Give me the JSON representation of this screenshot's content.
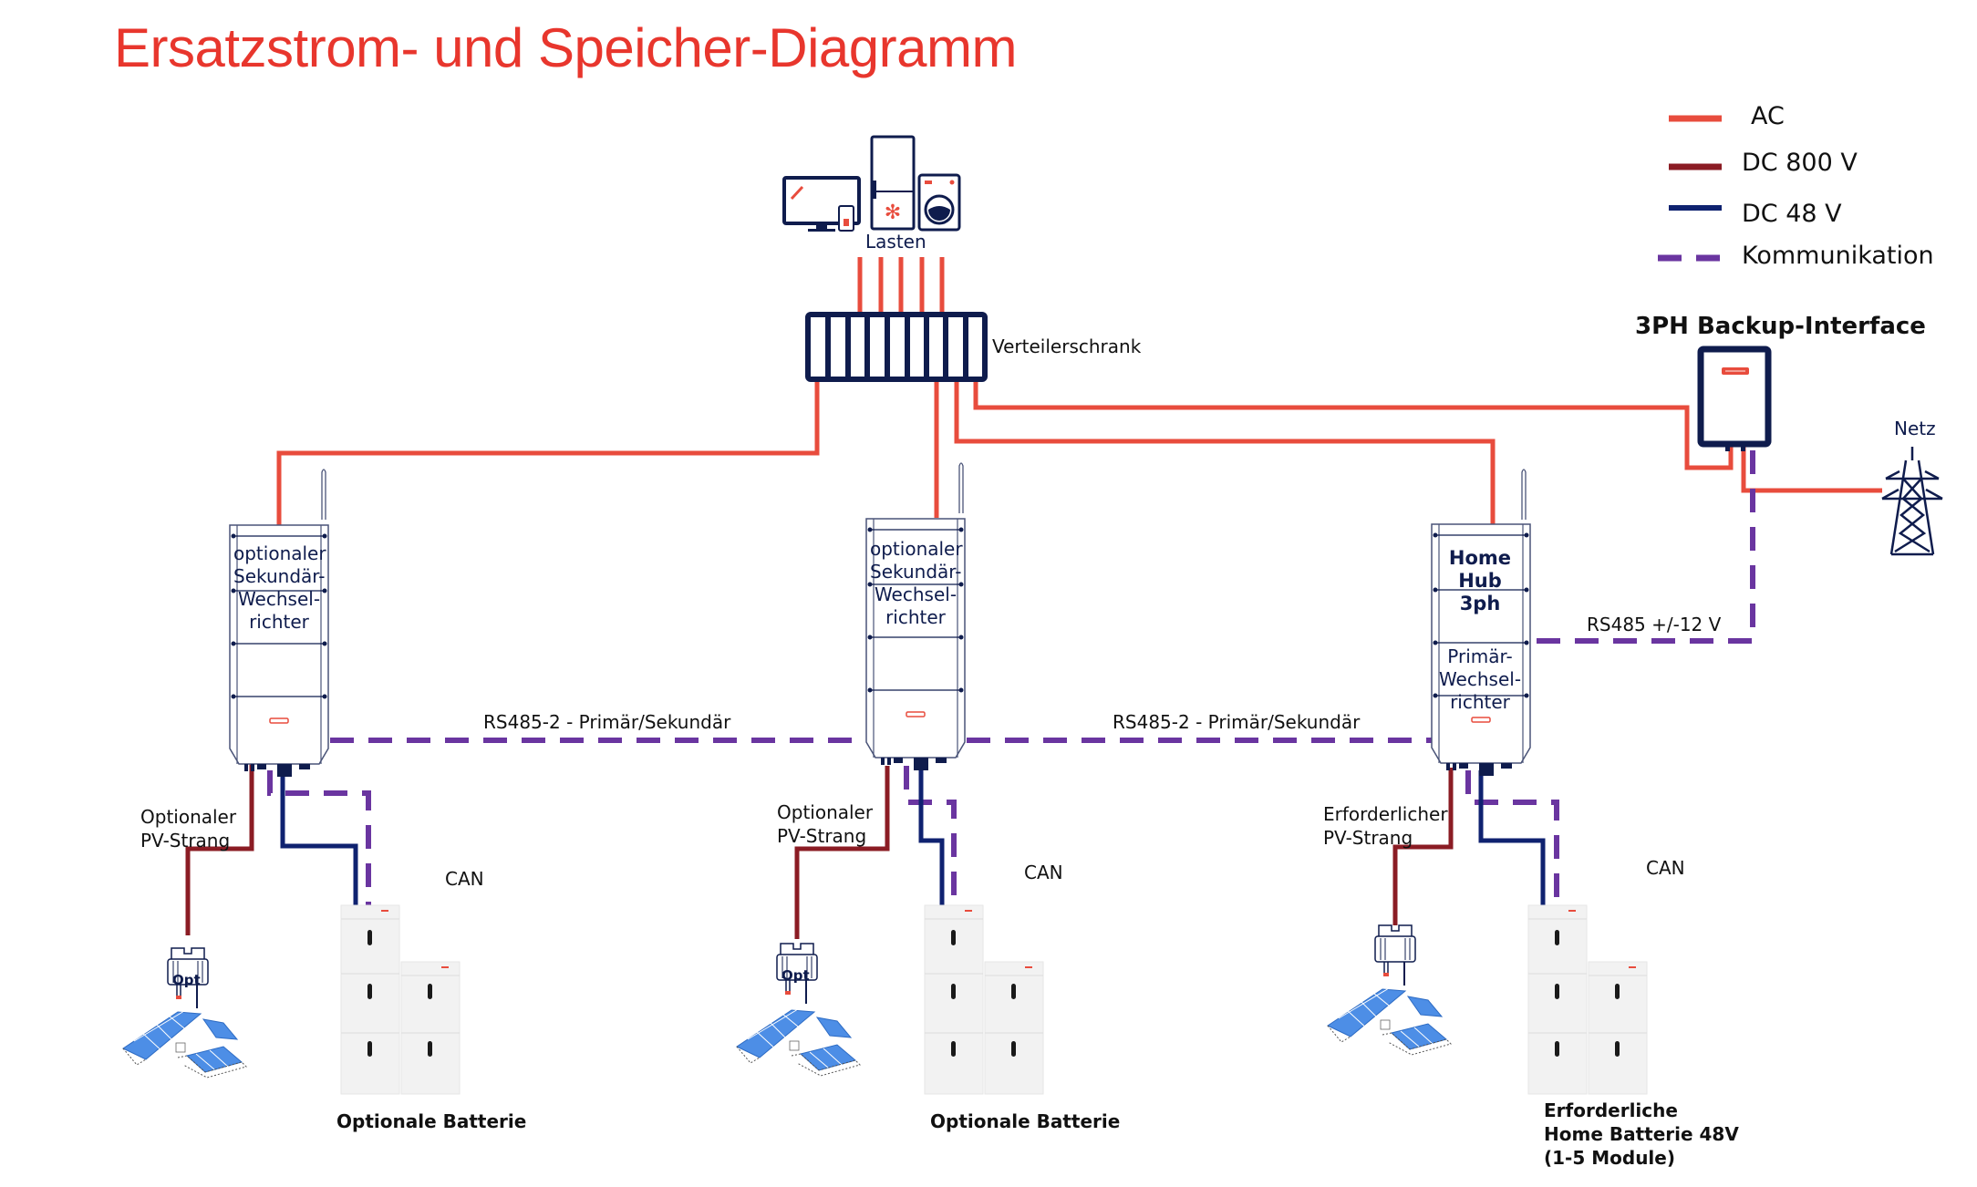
{
  "title": "Ersatzstrom- und Speicher-Diagramm",
  "colors": {
    "title": "#e8362d",
    "ac": "#e84c3d",
    "dc800": "#8b1c24",
    "dc48": "#0f2270",
    "communication": "#6a35a0",
    "device_outline": "#0f1c4d"
  },
  "legend": {
    "items": [
      {
        "label": "AC",
        "style": "solid",
        "color_key": "ac"
      },
      {
        "label": "DC 800 V",
        "style": "solid",
        "color_key": "dc800"
      },
      {
        "label": "DC 48 V",
        "style": "solid",
        "color_key": "dc48"
      },
      {
        "label": "Kommunikation",
        "style": "dashed",
        "color_key": "communication"
      }
    ]
  },
  "loads": {
    "label": "Lasten",
    "icons": [
      "tv-icon",
      "fridge-icon",
      "washing-machine-icon"
    ]
  },
  "distribution_panel": {
    "label": "Verteilerschrank"
  },
  "backup_interface": {
    "label": "3PH Backup-Interface"
  },
  "grid": {
    "label": "Netz",
    "icon": "power-tower-icon"
  },
  "inverters": [
    {
      "lines": [
        "optionaler",
        "Sekundär-",
        "Wechsel-",
        "richter"
      ],
      "role": "secondary"
    },
    {
      "lines": [
        "optionaler",
        "Sekundär-",
        "Wechsel-",
        "richter"
      ],
      "role": "secondary"
    },
    {
      "bold_lines": [
        "Home",
        "Hub",
        "3ph"
      ],
      "lines": [
        "Primär-",
        "Wechsel-",
        "richter"
      ],
      "role": "primary"
    }
  ],
  "connections": {
    "rs485_primary_secondary_1": "RS485-2 - Primär/Sekundär",
    "rs485_primary_secondary_2": "RS485-2 - Primär/Sekundär",
    "rs485_backup": "RS485 +/-12 V",
    "can_1": "CAN",
    "can_2": "CAN",
    "can_3": "CAN"
  },
  "pv_strings": [
    {
      "lines": [
        "Optionaler",
        "PV-Strang"
      ],
      "optimizer_label": "Opt"
    },
    {
      "lines": [
        "Optionaler",
        "PV-Strang"
      ],
      "optimizer_label": "Opt"
    },
    {
      "lines": [
        "Erforderlicher",
        "PV-Strang"
      ],
      "optimizer_label": ""
    }
  ],
  "batteries": [
    {
      "lines": [
        "Optionale Batterie"
      ]
    },
    {
      "lines": [
        "Optionale Batterie"
      ]
    },
    {
      "lines": [
        "Erforderliche",
        "Home Batterie 48V",
        "(1-5 Module)"
      ]
    }
  ]
}
